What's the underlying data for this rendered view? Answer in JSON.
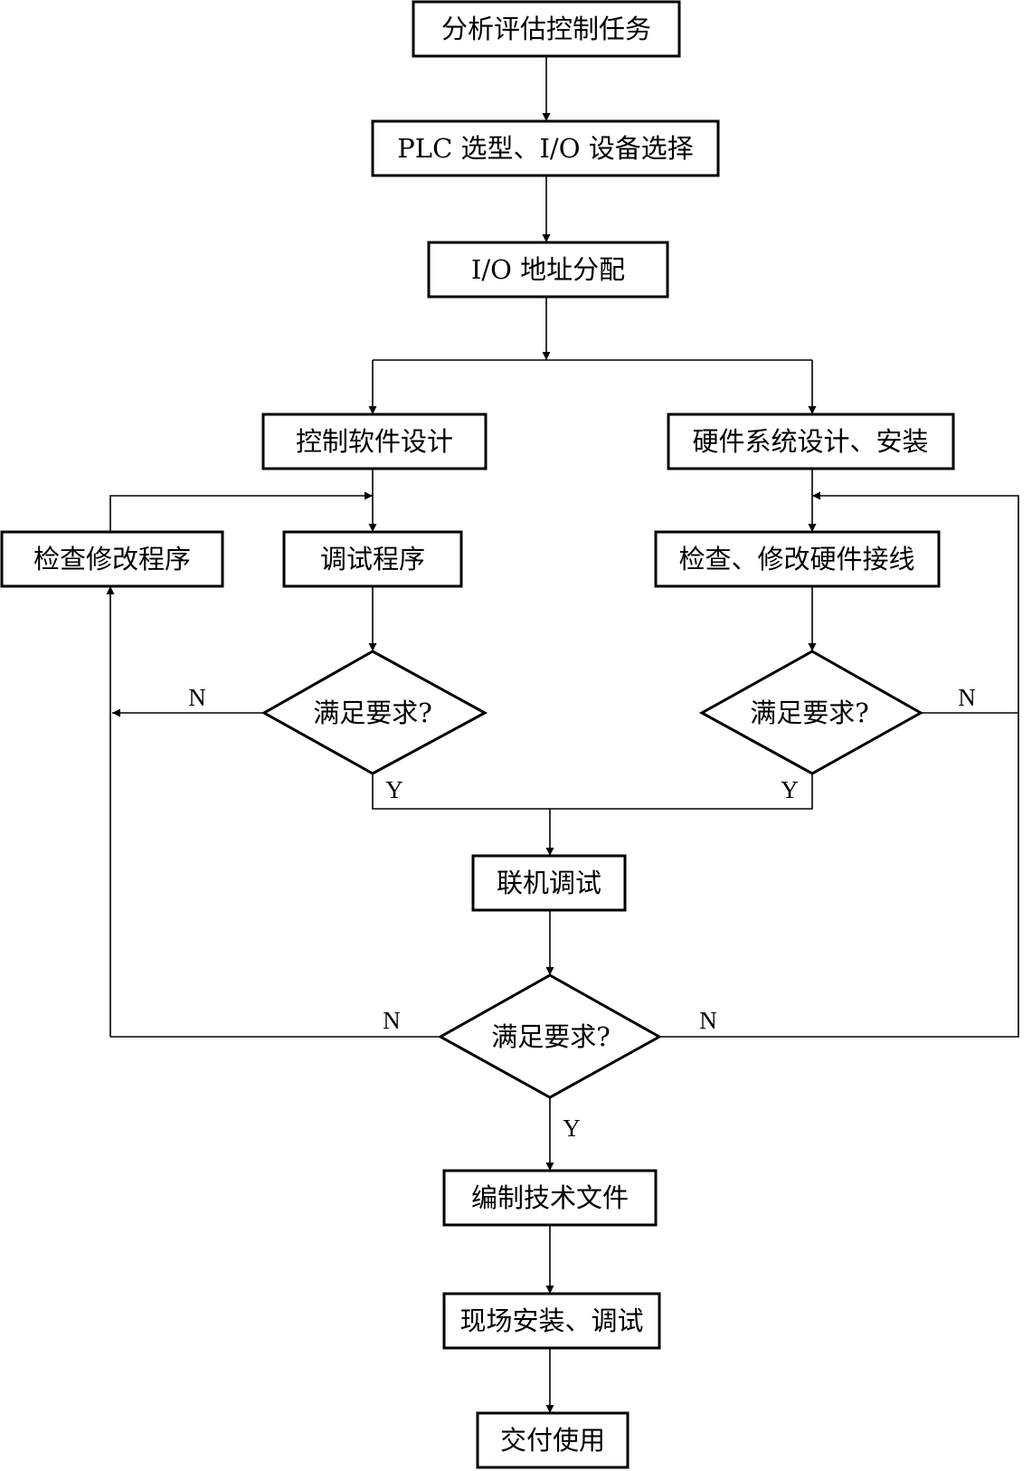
{
  "nodes": {
    "analyze": "分析评估控制任务",
    "plc_select": "PLC 选型、I/O 设备选择",
    "io_assign": "I/O 地址分配",
    "software_design": "控制软件设计",
    "hardware_design": "硬件系统设计、安装",
    "fix_program": "检查修改程序",
    "debug_program": "调试程序",
    "fix_wiring": "检查、修改硬件接线",
    "decision_left": "满足要求?",
    "decision_right": "满足要求?",
    "joint_debug": "联机调试",
    "decision_joint": "满足要求?",
    "write_docs": "编制技术文件",
    "site_install": "现场安装、调试",
    "deliver": "交付使用"
  },
  "labels": {
    "no": "N",
    "yes": "Y"
  }
}
